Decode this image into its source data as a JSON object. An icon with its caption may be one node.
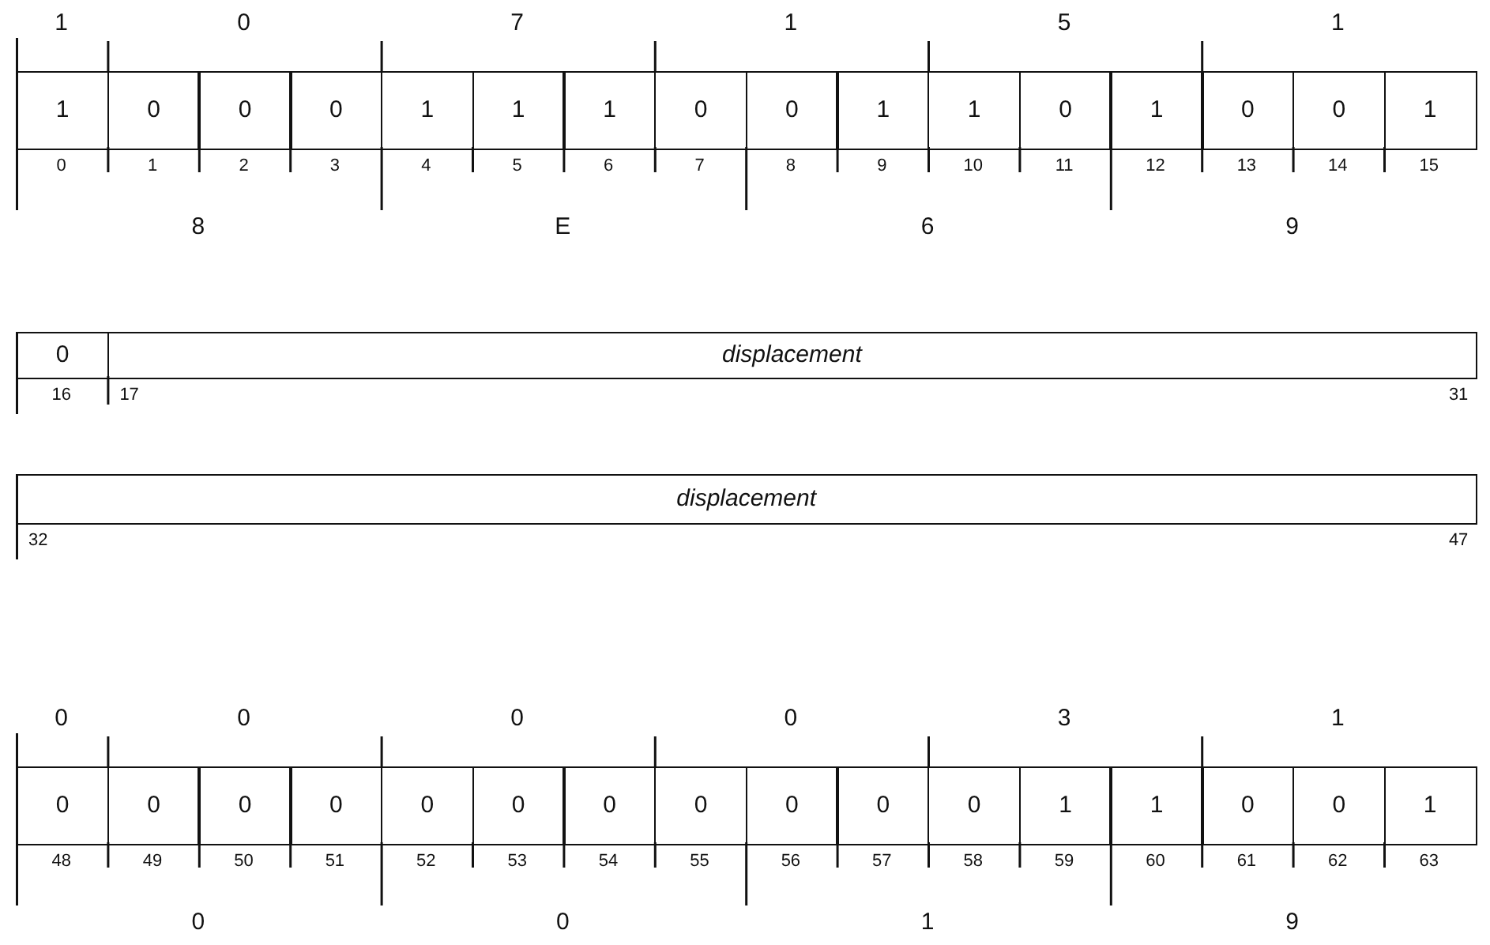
{
  "diagram": {
    "nodes": [
      {
        "text": [
          "1"
        ]
      },
      {
        "text": [
          "0"
        ]
      },
      {
        "text": [
          "0"
        ]
      },
      {
        "text": [
          "0"
        ]
      },
      {
        "text": [
          "1"
        ]
      },
      {
        "text": [
          "1"
        ]
      },
      {
        "text": [
          "1"
        ]
      },
      {
        "text": [
          "0"
        ]
      },
      {
        "text": [
          "0"
        ]
      },
      {
        "text": [
          "1"
        ]
      },
      {
        "text": [
          "1"
        ]
      },
      {
        "text": [
          "0"
        ]
      },
      {
        "text": [
          "1"
        ]
      },
      {
        "text": [
          "0"
        ]
      },
      {
        "text": [
          "0"
        ]
      },
      {
        "text": [
          "1"
        ]
      },
      {
        "text": [
          "0"
        ]
      },
      {
        "text": [
          "displacement"
        ]
      },
      {
        "text": [
          "displacement"
        ]
      },
      {
        "text": [
          "0"
        ]
      },
      {
        "text": [
          "0"
        ]
      },
      {
        "text": [
          "0"
        ]
      },
      {
        "text": [
          "0"
        ]
      },
      {
        "text": [
          "0"
        ]
      },
      {
        "text": [
          "0"
        ]
      },
      {
        "text": [
          "0"
        ]
      },
      {
        "text": [
          "0"
        ]
      },
      {
        "text": [
          "0"
        ]
      },
      {
        "text": [
          "0"
        ]
      },
      {
        "text": [
          "0"
        ]
      },
      {
        "text": [
          "1"
        ]
      },
      {
        "text": [
          "1"
        ]
      },
      {
        "text": [
          "0"
        ]
      },
      {
        "text": [
          "0"
        ]
      },
      {
        "text": [
          "1"
        ]
      }
    ],
    "edges": [],
    "labels": [
      "1",
      "0",
      "7",
      "1",
      "5",
      "1",
      "0",
      "1",
      "2",
      "3",
      "4",
      "5",
      "6",
      "7",
      "8",
      "9",
      "10",
      "11",
      "12",
      "13",
      "14",
      "15",
      "8",
      "E",
      "6",
      "9",
      "16",
      "17",
      "31",
      "32",
      "47",
      "0",
      "0",
      "0",
      "0",
      "3",
      "1",
      "48",
      "49",
      "50",
      "51",
      "52",
      "53",
      "54",
      "55",
      "56",
      "57",
      "58",
      "59",
      "60",
      "61",
      "62",
      "63",
      "0",
      "0",
      "1",
      "9"
    ]
  }
}
